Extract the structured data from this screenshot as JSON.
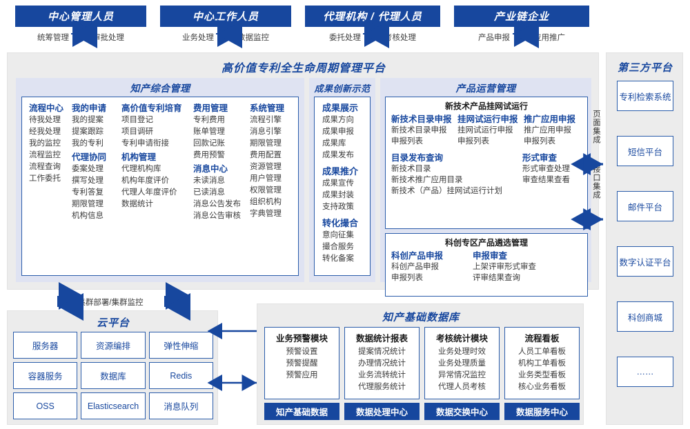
{
  "roles": [
    {
      "title": "中心管理人员",
      "left": "统筹管理",
      "right": "审批处理"
    },
    {
      "title": "中心工作人员",
      "left": "业务处理",
      "right": "数据监控"
    },
    {
      "title": "代理机构 / 代理人员",
      "left": "委托处理",
      "right": "考核处理"
    },
    {
      "title": "产业链企业",
      "left": "产品申报",
      "right": "应用推广"
    }
  ],
  "platform": {
    "title": "高价值专利全生命周期管理平台",
    "groups": {
      "zcghgl": {
        "title": "知产综合管理",
        "columns": [
          {
            "sections": [
              {
                "head": "流程中心",
                "items": [
                  "待我处理",
                  "经我处理",
                  "我的监控",
                  "流程监控",
                  "流程查询",
                  "工作委托"
                ]
              }
            ]
          },
          {
            "sections": [
              {
                "head": "我的申请",
                "items": [
                  "我的提案",
                  "提案跟踪",
                  "我的专利"
                ]
              },
              {
                "head": "代理协同",
                "items": [
                  "委案处理",
                  "撰写处理",
                  "专利答复",
                  "期限管理",
                  "机构信息"
                ]
              }
            ]
          },
          {
            "sections": [
              {
                "head": "高价值专利培育",
                "items": [
                  "项目登记",
                  "项目调研",
                  "专利申请衔接"
                ]
              },
              {
                "head": "机构管理",
                "items": [
                  "代理机构库",
                  "机构年度评价",
                  "代理人年度评价",
                  "数据统计"
                ]
              }
            ]
          },
          {
            "sections": [
              {
                "head": "费用管理",
                "items": [
                  "专利费用",
                  "账单管理",
                  "回款记账",
                  "费用预警"
                ]
              },
              {
                "head": "消息中心",
                "items": [
                  "未读消息",
                  "已读消息",
                  "消息公告发布",
                  "消息公告审核"
                ]
              }
            ]
          },
          {
            "sections": [
              {
                "head": "系统管理",
                "items": [
                  "流程引擎",
                  "消息引擎",
                  "期限管理",
                  "费用配置",
                  "资源管理",
                  "用户管理",
                  "权限管理",
                  "组织机构",
                  "字典管理"
                ]
              }
            ]
          }
        ]
      },
      "cgcxsf": {
        "title": "成果创新示范",
        "sections": [
          {
            "head": "成果展示",
            "items": [
              "成果方向",
              "成果申报",
              "成果库",
              "成果发布"
            ]
          },
          {
            "head": "成果推介",
            "items": [
              "成果宣传",
              "成果封装",
              "支持政策"
            ]
          },
          {
            "head": "转化撮合",
            "items": [
              "意向征集",
              "撮合服务",
              "转化备案"
            ]
          }
        ]
      },
      "cpyygl": {
        "title": "产品运营管理",
        "blocks": [
          {
            "subhead": "新技术产品挂网试运行",
            "row1": [
              {
                "head": "新技术目录申报",
                "items": [
                  "新技术目录申报",
                  "申报列表"
                ]
              },
              {
                "head": "挂网试运行申报",
                "items": [
                  "挂网试运行申报",
                  "申报列表"
                ]
              },
              {
                "head": "推广应用申报",
                "items": [
                  "推广应用申报",
                  "申报列表"
                ]
              }
            ],
            "row2": [
              {
                "head": "目录发布查询",
                "items": [
                  "新技术目录",
                  "新技术推广应用目录",
                  "新技术（产品）挂网试运行计划"
                ]
              },
              {
                "head": "形式审查",
                "items": [
                  "形式审查处理",
                  "审查结果查看"
                ]
              }
            ]
          },
          {
            "subhead": "科创专区产品遴选管理",
            "row1": [
              {
                "head": "科创产品申报",
                "items": [
                  "科创产品申报",
                  "申报列表"
                ]
              },
              {
                "head": "申报审查",
                "items": [
                  "上架评审形式审查",
                  "评审结果查询"
                ]
              }
            ]
          }
        ]
      }
    },
    "integration": [
      {
        "label": "页面集成"
      },
      {
        "label": "接口集成"
      }
    ]
  },
  "third_party": {
    "title": "第三方平台",
    "items": [
      "专利检索系统",
      "短信平台",
      "邮件平台",
      "数字认证平台",
      "科创商城",
      "……"
    ]
  },
  "cloud": {
    "cluster_label": "集群部署/集群监控",
    "title": "云平台",
    "items": [
      "服务器",
      "资源编排",
      "弹性伸缩",
      "容器服务",
      "数据库",
      "Redis",
      "OSS",
      "Elasticsearch",
      "消息队列"
    ]
  },
  "database": {
    "title": "知产基础数据库",
    "columns": [
      {
        "head": "业务预警模块",
        "items": [
          "预警设置",
          "预警提醒",
          "预警应用"
        ],
        "foot": "知产基础数据"
      },
      {
        "head": "数据统计报表",
        "items": [
          "提案情况统计",
          "办理情况统计",
          "业务流转统计",
          "代理服务统计"
        ],
        "foot": "数据处理中心"
      },
      {
        "head": "考核统计模块",
        "items": [
          "业务处理时效",
          "业务处理质量",
          "异常情况监控",
          "代理人员考核"
        ],
        "foot": "数据交换中心"
      },
      {
        "head": "流程看板",
        "items": [
          "人员工单看板",
          "机构工单看板",
          "业务类型看板",
          "核心业务看板"
        ],
        "foot": "数据服务中心"
      }
    ]
  },
  "colors": {
    "brand_blue": "#17479e",
    "panel_bg": "#ececec",
    "group_bg": "#dfe3f2",
    "border_blue": "#2a5caa"
  }
}
